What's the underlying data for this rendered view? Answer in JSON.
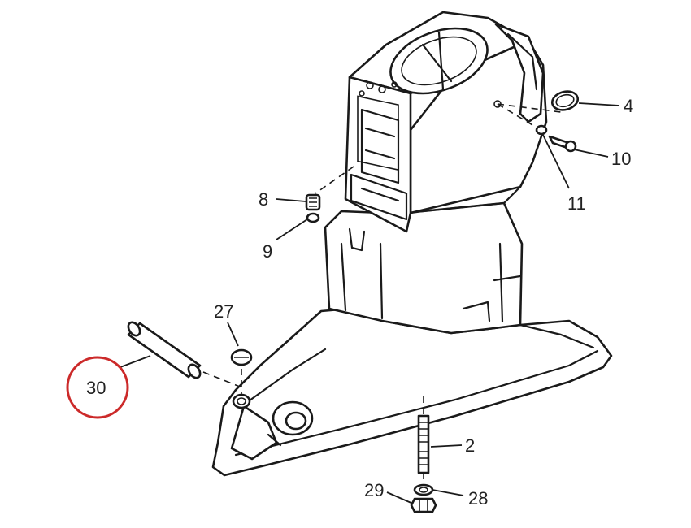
{
  "diagram": {
    "callouts": {
      "c2": "2",
      "c4": "4",
      "c8": "8",
      "c9": "9",
      "c10": "10",
      "c11": "11",
      "c27": "27",
      "c28": "28",
      "c29": "29",
      "c30": "30"
    },
    "highlighted_callout": "30",
    "highlight_color": "#cc2a2a",
    "line_color": "#1a1a1a"
  }
}
